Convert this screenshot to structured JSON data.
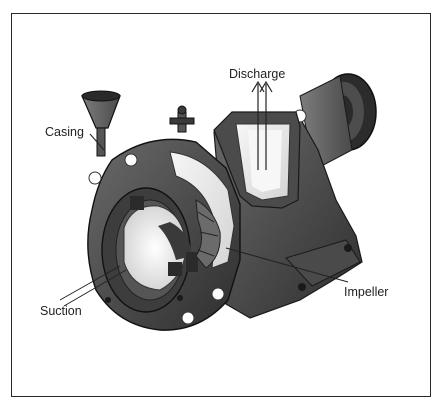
{
  "diagram": {
    "labels": {
      "discharge": "Discharge",
      "casing": "Casing",
      "impeller": "Impeller",
      "suction": "Suction"
    },
    "colors": {
      "metal_dark": "#3a3a3a",
      "metal_mid": "#5c5c5c",
      "metal_light": "#8a8a8a",
      "cut_face": "#e9e9e9",
      "highlight": "#ffffff",
      "outline": "#1a1a1a"
    }
  }
}
